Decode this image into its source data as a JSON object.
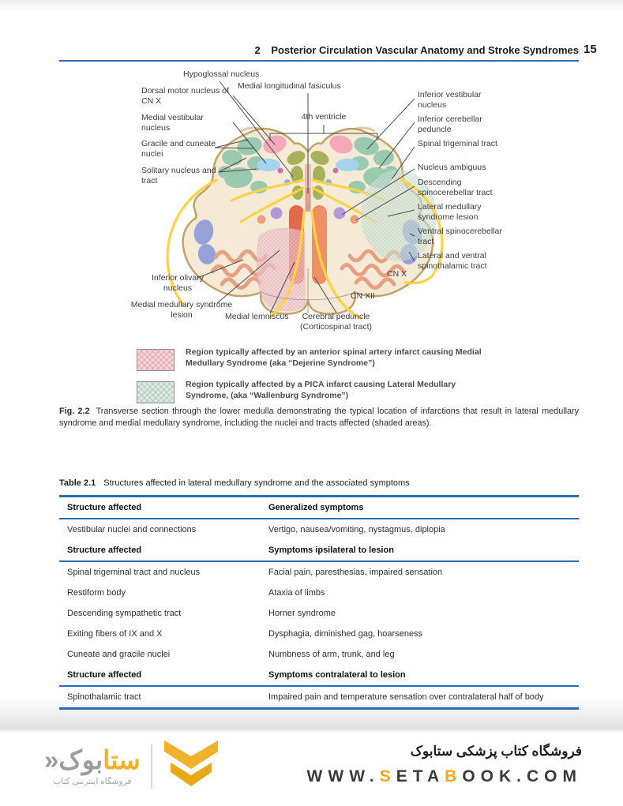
{
  "header": {
    "chapter_number": "2",
    "title": "Posterior Circulation Vascular Anatomy and Stroke Syndromes",
    "page_number": "15"
  },
  "figure": {
    "labels": {
      "hypoglossal": "Hypoglossal nucleus",
      "mlf": "Medial longitudinal fasiculus",
      "dorsal_motor": "Dorsal motor nucleus of CN X",
      "medial_vestibular": "Medial vestibular nucleus",
      "gracile_cuneate": "Gracile and cuneate nuclei",
      "solitary": "Solitary nucleus and tract",
      "fourth_ventricle": "4th ventricle",
      "inferior_olivary": "Inferior olivary nucleus",
      "medial_medullary": "Medial medullary syndrome lesion",
      "medial_lemniscus": "Medial lemniscus",
      "cerebral_peduncle": "Cerebral peduncle (Corticospinal tract)",
      "cn_x": "CN X",
      "cn_xii": "CN XII",
      "inferior_vestibular": "Inferior vestibular nucleus",
      "inferior_cerebellar": "Inferior cerebellar peduncle",
      "spinal_trigeminal": "Spinal trigeminal tract",
      "nucleus_ambiguus": "Nucleus ambiguus",
      "descending_spinocerebellar": "Descending spinocerebellar tract",
      "lateral_medullary": "Lateral medullary syndrome lesion",
      "ventral_spinocerebellar": "Ventral spinocerebellar tract",
      "lateral_ventral_spinothalamic": "Lateral and ventral spinothalamic tract"
    }
  },
  "legend": {
    "items": [
      {
        "swatch": "pink-hatch",
        "text": "Region typically affected by an anterior spinal artery infarct causing Medial Medullary Syndrome (aka “Dejerine Syndrome”)"
      },
      {
        "swatch": "teal-hatch",
        "text": "Region typically affected by a PICA infarct causing Lateral Medullary Syndrome, (aka “Wallenburg Syndrome”)"
      }
    ]
  },
  "caption": {
    "tag": "Fig. 2.2",
    "text": "Transverse section through the lower medulla demonstrating the typical location of infarctions that result in lateral medullary syndrome and medial medullary syndrome, including the nuclei and tracts affected (shaded areas)."
  },
  "table": {
    "tag": "Table 2.1",
    "title": "Structures affected in lateral medullary syndrome and the associated symptoms",
    "sections": [
      {
        "header": [
          "Structure affected",
          "Generalized symptoms"
        ],
        "rows": [
          [
            "Vestibular nuclei and connections",
            "Vertigo, nausea/vomiting, nystagmus, diplopia"
          ]
        ]
      },
      {
        "header": [
          "Structure affected",
          "Symptoms ipsilateral to lesion"
        ],
        "rows": [
          [
            "Spinal trigeminal tract and nucleus",
            "Facial pain, paresthesias, impaired sensation"
          ],
          [
            "Restiform body",
            "Ataxia of limbs"
          ],
          [
            "Descending sympathetic tract",
            "Horner syndrome"
          ],
          [
            "Exiting fibers of IX and X",
            "Dysphagia, diminished gag, hoarseness"
          ],
          [
            "Cuneate and gracile nuclei",
            "Numbness of arm, trunk, and leg"
          ]
        ]
      },
      {
        "header": [
          "Structure affected",
          "Symptoms contralateral to lesion"
        ],
        "rows": [
          [
            "Spinothalamic tract",
            "Impaired pain and temperature sensation over contralateral half of body"
          ]
        ]
      }
    ]
  },
  "footer": {
    "store_title": "فروشگاه کتاب پزشکی ستابوک",
    "website": {
      "segments": [
        {
          "t": "WWW."
        },
        {
          "t": "S"
        },
        {
          "t": "ETA"
        },
        {
          "t": "B"
        },
        {
          "t": "OOK.COM"
        }
      ]
    },
    "logo": {
      "wordmark_yellow": "ستا",
      "wordmark_gray": "بوک",
      "guillemet": "«",
      "subtitle": "فروشگاه اینترنتی کتاب"
    }
  },
  "colors": {
    "accent_blue": "#2a6db6",
    "brand_orange": "#f5a81c",
    "brand_yellow": "#f2b12c",
    "lesion_pink": "#f3cdd4",
    "lesion_teal": "#d8e7de",
    "nerve_yellow": "#ffd23f"
  }
}
